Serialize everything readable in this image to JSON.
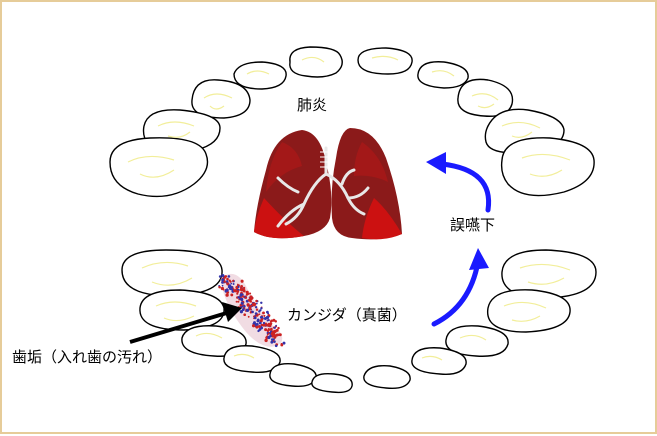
{
  "labels": {
    "pneumonia": "肺炎",
    "aspiration": "誤嚥下",
    "candida": "カンジダ（真菌）",
    "plaque": "歯垢（入れ歯の汚れ）"
  },
  "colors": {
    "frame_border": "#e6cc99",
    "tooth_outline": "#000000",
    "tooth_detail": "#f2ee9a",
    "lung_dark": "#8b1a1a",
    "lung_mid": "#a31818",
    "lung_bright": "#cc1111",
    "airway": "#e8e8e8",
    "arrow_blue": "#1a1aff",
    "plaque_red": "#cc2222",
    "plaque_blue": "#3333aa"
  },
  "icons": {
    "lungs": "lungs-icon",
    "teeth": "teeth-arch-illustration"
  }
}
